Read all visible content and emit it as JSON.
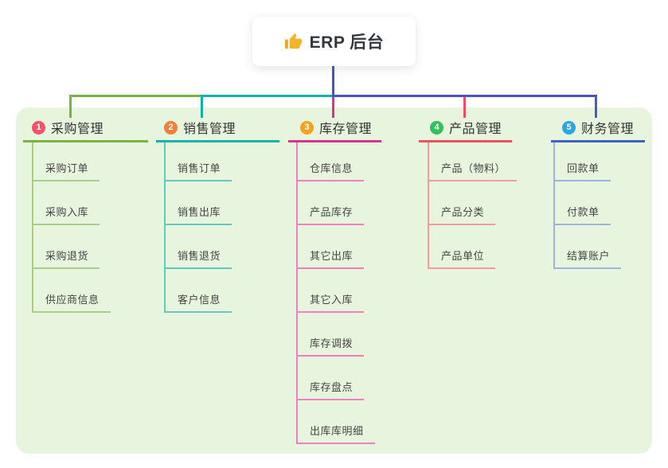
{
  "root": {
    "label": "ERP 后台",
    "icon": "thumbs-up-icon"
  },
  "palette": {
    "trunk_line": "#4753c4",
    "panel_bg": "#e7f5df",
    "card_bg": "#ffffff",
    "title_text": "#333740",
    "branch_text": "#333333",
    "child_text": "#454545",
    "thumb_gold": "#f3b32c"
  },
  "branches": [
    {
      "badge": "1",
      "label": "采购管理",
      "badge_color": "#f4506b",
      "line_color": "#76b43e",
      "child_line_color": "#a9cf87",
      "children": [
        "采购订单",
        "采购入库",
        "采购退货",
        "供应商信息"
      ]
    },
    {
      "badge": "2",
      "label": "销售管理",
      "badge_color": "#f2803a",
      "line_color": "#0db3a9",
      "child_line_color": "#63c8c0",
      "children": [
        "销售订单",
        "销售出库",
        "销售退货",
        "客户信息"
      ]
    },
    {
      "badge": "3",
      "label": "库存管理",
      "badge_color": "#f5a21d",
      "line_color": "#d6348f",
      "child_line_color": "#ee7fc0",
      "children": [
        "仓库信息",
        "产品库存",
        "其它出库",
        "其它入库",
        "库存调拨",
        "库存盘点",
        "出库库明细"
      ]
    },
    {
      "badge": "4",
      "label": "产品管理",
      "badge_color": "#2fc15c",
      "line_color": "#f04e5e",
      "child_line_color": "#f59aa3",
      "children": [
        "产品（物料）",
        "产品分类",
        "产品单位"
      ]
    },
    {
      "badge": "5",
      "label": "财务管理",
      "badge_color": "#2ba7e0",
      "line_color": "#3f63c3",
      "child_line_color": "#9db4e0",
      "children": [
        "回款单",
        "付款单",
        "结算账户"
      ]
    }
  ]
}
